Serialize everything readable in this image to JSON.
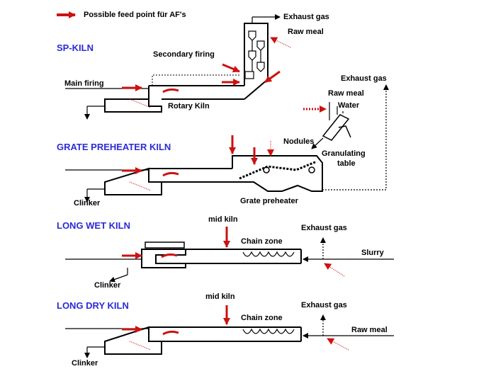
{
  "legend": {
    "text": "Possible feed point für AF's"
  },
  "sections": {
    "sp": "SP-KILN",
    "grate": "GRATE PREHEATER KILN",
    "wet": "LONG WET KILN",
    "dry": "LONG DRY KILN"
  },
  "labels": {
    "sp_exhaust": "Exhaust gas",
    "sp_raw_meal": "Raw meal",
    "sp_secondary_firing": "Secondary firing",
    "sp_main_firing": "Main firing",
    "sp_rotary_kiln": "Rotary Kiln",
    "gp_exhaust": "Exhaust gas",
    "gp_raw_meal": "Raw meal",
    "gp_water": "Water",
    "gp_nodules": "Nodules",
    "gp_granulating_1": "Granulating",
    "gp_granulating_2": "table",
    "gp_clinker": "Clinker",
    "gp_grate_preheater": "Grate preheater",
    "wet_mid_kiln": "mid kiln",
    "wet_chain_zone": "Chain zone",
    "wet_exhaust": "Exhaust gas",
    "wet_slurry": "Slurry",
    "wet_clinker": "Clinker",
    "dry_mid_kiln": "mid kiln",
    "dry_chain_zone": "Chain zone",
    "dry_exhaust": "Exhaust gas",
    "dry_raw_meal": "Raw meal",
    "dry_clinker": "Clinker"
  },
  "colors": {
    "feed_point": "#cc1111",
    "section_title": "#2b2bd6",
    "line": "#000000"
  }
}
